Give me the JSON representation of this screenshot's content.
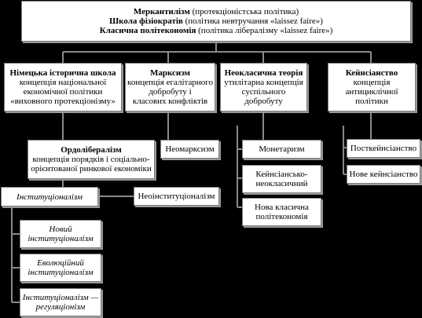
{
  "top": {
    "lines": [
      {
        "bold": "Меркантилізм",
        "rest": " (протекціоністська політика)"
      },
      {
        "bold": "Школа фізіократів",
        "rest": " (політика невтручання «laissez faire»)"
      },
      {
        "bold": "Класична політекономія",
        "rest": " (політика лібералізму «laissez faire»)"
      }
    ]
  },
  "level2": {
    "historical": {
      "title": "Німецька історична школа",
      "desc": [
        "концепція національної",
        "економічної політики",
        "«виховного протекціонізму»"
      ]
    },
    "marxism": {
      "title": "Марксизм",
      "desc": [
        "концепція егалітарного",
        "добробуту і",
        "класових конфліктів"
      ]
    },
    "neoclassical": {
      "title": "Неокласична теорія",
      "desc": [
        "утилітарна концепція",
        "суспільного",
        "добробуту"
      ]
    },
    "keynesian": {
      "title": "Кейнсіанство",
      "desc": [
        "концепція",
        "антициклічної",
        "політики"
      ]
    }
  },
  "ordo": {
    "title": "Ордолібералізм",
    "desc": [
      "концепція порядків і соціально-",
      "орієнтованої ринкової економіки"
    ]
  },
  "institutionalism": "Інституціоналізм",
  "institutional_branches": [
    [
      "Новий",
      "інституціоналізм"
    ],
    [
      "Еволюційний",
      "інституціоналізм"
    ],
    [
      "Інституціоналізм —",
      "регуляціонізм"
    ]
  ],
  "neomarxism": "Неомарксизм",
  "neoinstitutionalism": "Неоінституціоналізм",
  "neoclassical_branches": [
    [
      "Монетаризм"
    ],
    [
      "Кейнсіансько-",
      "неокласичний"
    ],
    [
      "Нова класична",
      "політекономія"
    ]
  ],
  "keynesian_branches": [
    "Посткейнсіанство",
    "Нове кейнсіанство"
  ]
}
